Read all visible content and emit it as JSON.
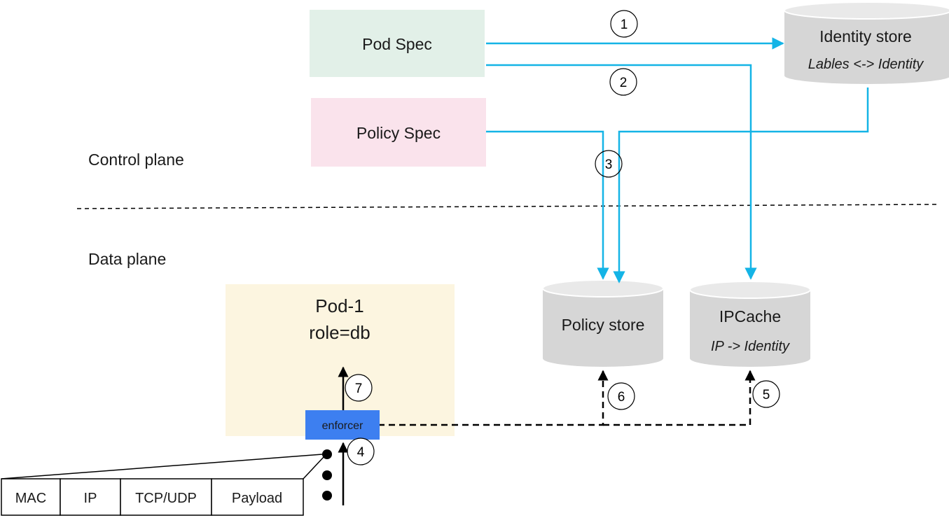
{
  "planes": {
    "control": "Control plane",
    "data": "Data plane"
  },
  "boxes": {
    "pod_spec": "Pod Spec",
    "policy_spec": "Policy Spec",
    "pod1_title": "Pod-1",
    "pod1_label": "role=db",
    "enforcer": "enforcer"
  },
  "stores": {
    "identity": {
      "title": "Identity store",
      "subtitle": "Lables <-> Identity"
    },
    "policy": {
      "title": "Policy store"
    },
    "ipcache": {
      "title": "IPCache",
      "subtitle": "IP -> Identity"
    }
  },
  "steps": [
    "1",
    "2",
    "3",
    "4",
    "5",
    "6",
    "7"
  ],
  "packet": [
    "MAC",
    "IP",
    "TCP/UDP",
    "Payload"
  ],
  "colors": {
    "pod_spec_fill": "#e2f0e8",
    "policy_spec_fill": "#fae3ec",
    "pod1_fill": "#fcf5e0",
    "enforcer_fill": "#3d7ff0",
    "store_fill": "#d6d6d6",
    "flow_arrow": "#14b4e6"
  }
}
